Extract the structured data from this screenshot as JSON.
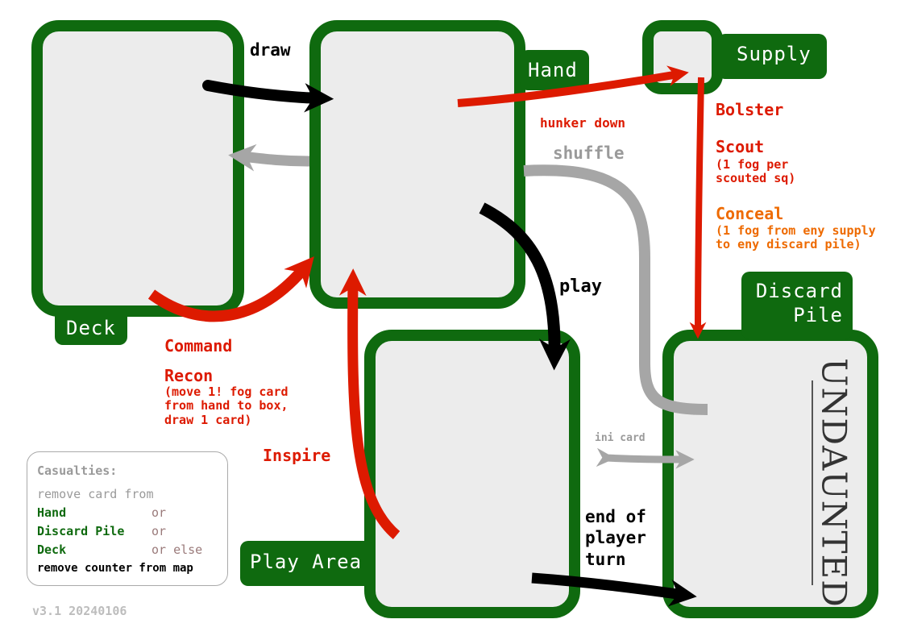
{
  "zones": {
    "deck": "Deck",
    "hand": "Hand",
    "supply": "Supply",
    "discard_line1": "Discard",
    "discard_line2": "Pile",
    "play_area": "Play Area"
  },
  "labels": {
    "draw": "draw",
    "shuffle": "shuffle",
    "hunker_down": "hunker down",
    "play": "play",
    "bolster": "Bolster",
    "scout": "Scout",
    "scout_note": "(1 fog per\nscouted sq)",
    "conceal": "Conceal",
    "conceal_note": "(1 fog from eny supply\nto eny discard pile)",
    "command": "Command",
    "recon": "Recon",
    "recon_note": "(move 1! fog card\nfrom hand to box,\ndraw 1 card)",
    "inspire": "Inspire",
    "ini_card": "ini card",
    "end_turn": "end of\nplayer\nturn"
  },
  "legend": {
    "title": "Casualties:",
    "intro": "remove card from",
    "items": [
      {
        "name": "Hand",
        "suffix": "or"
      },
      {
        "name": "Discard Pile",
        "suffix": "or"
      },
      {
        "name": "Deck",
        "suffix": "or else"
      }
    ],
    "final": "remove counter from map"
  },
  "brand": "UNDAUNTED",
  "version": "v3.1 20240106",
  "colors": {
    "zone_green": "#0f6a0f",
    "zone_fill": "#ececec",
    "red": "#dd1a00",
    "orange": "#ee6a00",
    "grey": "#a6a6a6",
    "black": "#000000"
  }
}
